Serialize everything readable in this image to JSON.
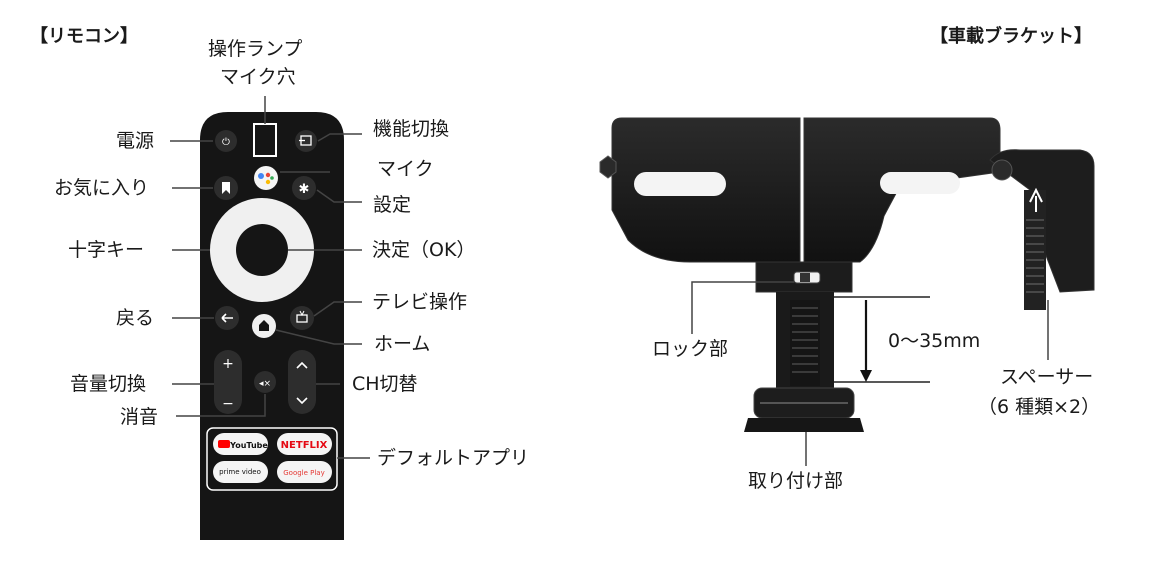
{
  "remote": {
    "section_title": "【リモコン】",
    "labels": {
      "indicator": "操作ランプ",
      "mic_hole": "マイク穴",
      "power": "電源",
      "input": "機能切換",
      "mic": "マイク",
      "favorites": "お気に入り",
      "settings": "設定",
      "dpad": "十字キー",
      "ok": "決定（OK）",
      "back": "戻る",
      "tv": "テレビ操作",
      "home": "ホーム",
      "volume": "音量切換",
      "channel": "CH切替",
      "mute": "消音",
      "apps": "デフォルトアプリ"
    },
    "app_buttons": {
      "youtube": "YouTube",
      "netflix": "NETFLIX",
      "prime": "prime video",
      "gplay": "Google Play"
    },
    "colors": {
      "body": "#151515",
      "button": "#2a2a2a",
      "ring": "#f2f2f2",
      "netflix": "#e50914",
      "youtube": "#ff0000"
    }
  },
  "bracket": {
    "section_title": "【車載ブラケット】",
    "labels": {
      "lock": "ロック部",
      "range": "0〜35mm",
      "spacer": "スペーサー",
      "spacer_note": "（6 種類×2）",
      "mount": "取り付け部"
    },
    "colors": {
      "body": "#1c1c1c",
      "edge": "#3a3a3a"
    }
  }
}
